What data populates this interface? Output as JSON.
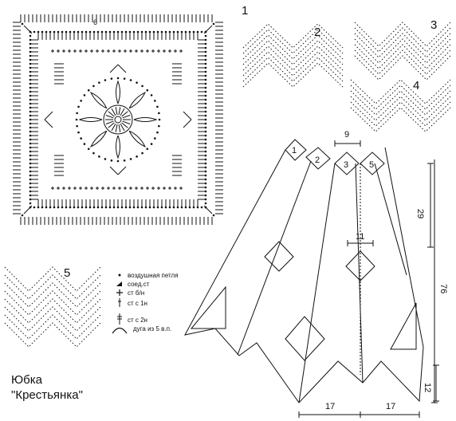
{
  "chart_labels": {
    "motif1": "1",
    "motif2": "2",
    "motif3": "3",
    "motif4": "4",
    "motif5": "5",
    "center_mark": "6"
  },
  "skirt": {
    "panel_labels": [
      "1",
      "2",
      "3",
      "5"
    ],
    "dim_top": "9",
    "dim_mid": "11",
    "dim_upper_height": "29",
    "dim_total_height": "76",
    "dim_tooth_height": "12",
    "dim_bottom_left": "17",
    "dim_bottom_right": "17"
  },
  "legend": {
    "items": [
      {
        "icon": "dot-icon",
        "text": "воздушная петля"
      },
      {
        "icon": "slip-stitch-icon",
        "text": "соед.ст"
      },
      {
        "icon": "plus-icon",
        "text": "ст б/н"
      },
      {
        "icon": "single-crochet-bar-icon",
        "text": "ст с 1н"
      },
      {
        "icon": "double-crochet-bar-icon",
        "text": "ст с 2н"
      },
      {
        "icon": "arc-icon",
        "text": "дуга из 5 в.п."
      }
    ]
  },
  "title": {
    "line1": "Юбка",
    "line2": "\"Крестьянка\""
  }
}
